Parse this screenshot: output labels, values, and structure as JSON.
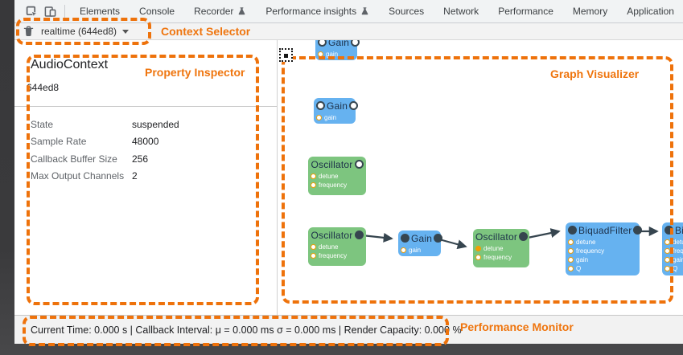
{
  "colors": {
    "annotation_orange": "#EE720B",
    "node_blue": "#66B2F0",
    "node_green": "#7DC57F",
    "edge_dark": "#36454F",
    "param_orange": "#F29E02"
  },
  "tab_bar": {
    "tabs": [
      {
        "label": "Elements"
      },
      {
        "label": "Console"
      },
      {
        "label": "Recorder",
        "flask": true
      },
      {
        "label": "Performance insights",
        "flask": true
      },
      {
        "label": "Sources"
      },
      {
        "label": "Network"
      },
      {
        "label": "Performance"
      },
      {
        "label": "Memory"
      },
      {
        "label": "Application"
      }
    ]
  },
  "context_bar": {
    "selected_context": "realtime (644ed8)"
  },
  "property_inspector": {
    "title": "AudioContext",
    "context_id": "644ed8",
    "properties": [
      {
        "label": "State",
        "value": "suspended"
      },
      {
        "label": "Sample Rate",
        "value": "48000"
      },
      {
        "label": "Callback Buffer Size",
        "value": "256"
      },
      {
        "label": "Max Output Channels",
        "value": "2"
      }
    ]
  },
  "graph": {
    "nodes": [
      {
        "title": "Gain",
        "params": [
          "gain"
        ]
      },
      {
        "title": "Gain",
        "params": [
          "gain"
        ]
      },
      {
        "title": "Oscillator",
        "params": [
          "detune",
          "frequency"
        ]
      },
      {
        "title": "Oscillator",
        "params": [
          "detune",
          "frequency"
        ]
      },
      {
        "title": "Gain",
        "params": [
          "gain"
        ]
      },
      {
        "title": "Oscillator",
        "params": [
          "detune",
          "frequency"
        ]
      },
      {
        "title": "BiquadFilter",
        "params": [
          "detune",
          "frequency",
          "gain",
          "Q"
        ]
      },
      {
        "title": "BiquadFilter",
        "params": [
          "detune",
          "frequency",
          "gain",
          "Q"
        ]
      }
    ]
  },
  "annotations": {
    "context_selector": "Context Selector",
    "property_inspector": "Property Inspector",
    "graph_visualizer": "Graph Visualizer",
    "performance_monitor": "Performance Monitor"
  },
  "performance_bar": {
    "text": "Current Time: 0.000 s | Callback Interval: μ = 0.000 ms σ = 0.000 ms | Render Capacity: 0.000 %"
  }
}
